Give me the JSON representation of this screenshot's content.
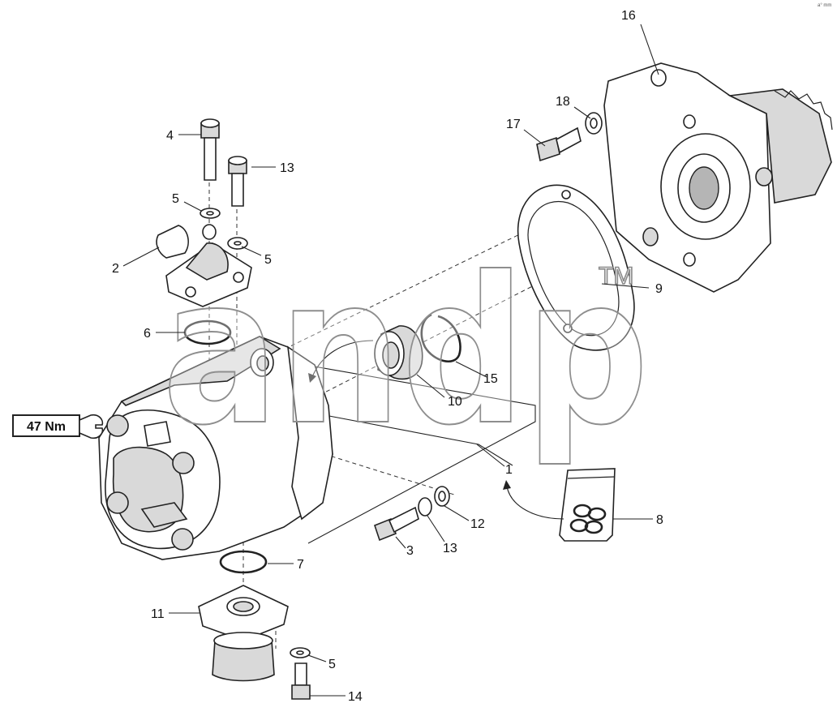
{
  "callouts": [
    {
      "id": "c1",
      "text": "1"
    },
    {
      "id": "c2",
      "text": "2"
    },
    {
      "id": "c3",
      "text": "3"
    },
    {
      "id": "c4",
      "text": "4"
    },
    {
      "id": "c5a",
      "text": "5"
    },
    {
      "id": "c5b",
      "text": "5"
    },
    {
      "id": "c5c",
      "text": "5"
    },
    {
      "id": "c6",
      "text": "6"
    },
    {
      "id": "c7",
      "text": "7"
    },
    {
      "id": "c8",
      "text": "8"
    },
    {
      "id": "c9",
      "text": "9"
    },
    {
      "id": "c10",
      "text": "10"
    },
    {
      "id": "c11",
      "text": "11"
    },
    {
      "id": "c12",
      "text": "12"
    },
    {
      "id": "c13a",
      "text": "13"
    },
    {
      "id": "c13b",
      "text": "13"
    },
    {
      "id": "c14",
      "text": "14"
    },
    {
      "id": "c15",
      "text": "15"
    },
    {
      "id": "c16",
      "text": "16"
    },
    {
      "id": "c17",
      "text": "17"
    },
    {
      "id": "c18",
      "text": "18"
    }
  ],
  "torque": {
    "label": "47 Nm"
  },
  "watermark": {
    "text": "andp",
    "trademark": "TM"
  },
  "corner_mark": {
    "text": "a° mm"
  },
  "colors": {
    "line": "#222222",
    "shade": "#d9d9d9",
    "watermark": "#8e8e8e"
  }
}
